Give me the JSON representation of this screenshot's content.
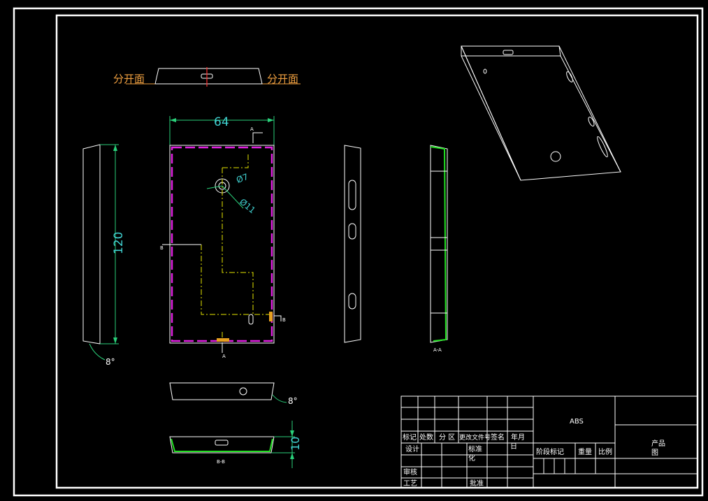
{
  "parting_label": "分开面",
  "dims": {
    "width": "64",
    "height": "120",
    "depth": "10",
    "hole_inner": "Ø7",
    "hole_outer": "Ø11",
    "angle_left": "8°",
    "angle_bottom": "8°"
  },
  "section_marks": {
    "a": "A",
    "b": "B",
    "aa": "A-A",
    "bb": "B-B"
  },
  "title_block": {
    "material": "ABS",
    "drawing_name_line1": "产品",
    "drawing_name_line2": "图",
    "rev_headers": [
      "标记",
      "处数",
      "分 区",
      "更改文件号",
      "签名",
      "年月",
      "日"
    ],
    "design": "设计",
    "standardize": "标准",
    "standardize2": "化",
    "review": "审核",
    "process": "工艺",
    "approve": "批准",
    "stage_mark": "阶段标记",
    "weight": "重量",
    "scale": "比例"
  }
}
